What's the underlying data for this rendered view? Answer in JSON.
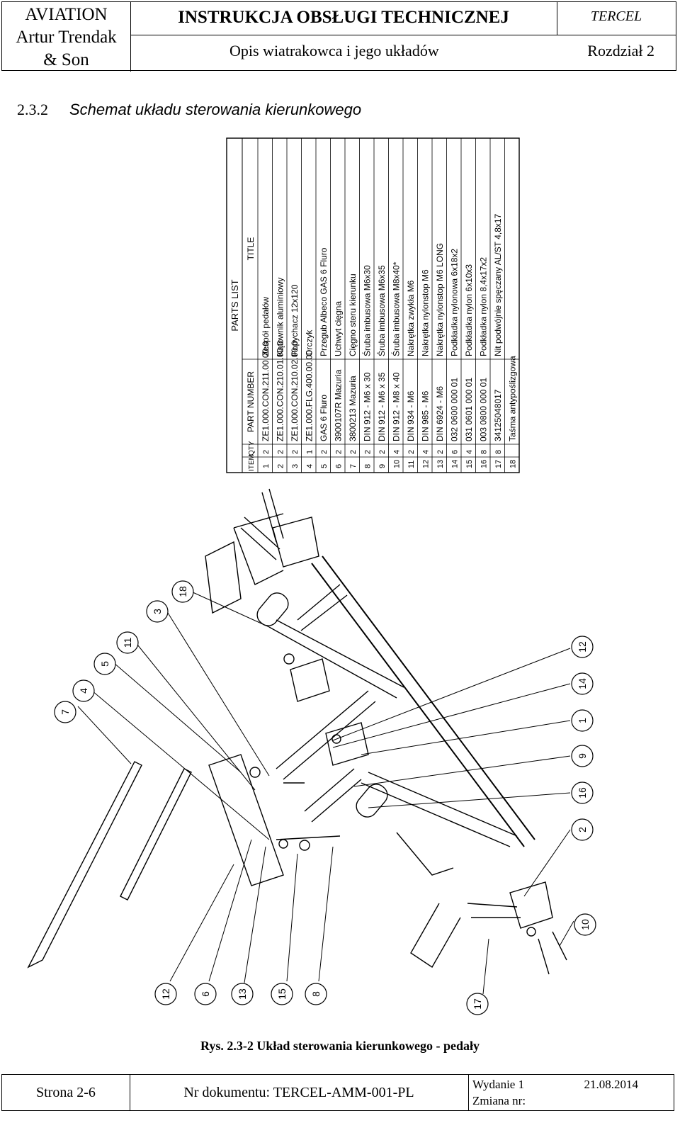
{
  "header": {
    "company": [
      "AVIATION",
      "Artur Trendak",
      "& Son"
    ],
    "manual_title": "INSTRUKCJA OBSŁUGI TECHNICZNEJ",
    "aircraft": "TERCEL",
    "subtitle": "Opis wiatrakowca i jego układów",
    "chapter": "Rozdział  2"
  },
  "section": {
    "number": "2.3.2",
    "title": "Schemat układu sterowania kierunkowego"
  },
  "parts_list": {
    "title": "PARTS LIST",
    "columns": [
      "ITEM",
      "QTY",
      "PART NUMBER",
      "TITLE"
    ],
    "rows": [
      [
        "1",
        "2",
        "ZE1.000.CON.211.00.00.0",
        "Zespół pedałów"
      ],
      [
        "2",
        "2",
        "ZE1.000.CON.210.01.00.0",
        "Kątownik aluminiowy"
      ],
      [
        "3",
        "2",
        "ZE1.000.CON.210.02.00.0",
        "Popychacz 12x120"
      ],
      [
        "4",
        "1",
        "ZE1.000.FLG.400.00.00",
        "Orczyk"
      ],
      [
        "5",
        "2",
        "GAS 6 Fluro",
        "Przegub Albeco GAS 6 Fluro"
      ],
      [
        "6",
        "2",
        "3900107R Mazuria",
        "Uchwyt cięgna"
      ],
      [
        "7",
        "2",
        "3800213 Mazuria",
        "Cięgno steru kierunku"
      ],
      [
        "8",
        "2",
        "DIN 912 - M6 x 30",
        "Śruba imbusowa M6x30"
      ],
      [
        "9",
        "2",
        "DIN 912 - M6 x 35",
        "Śruba imbusowa M6x35"
      ],
      [
        "10",
        "4",
        "DIN 912 - M8 x 40",
        "Śruba imbusowa M8x40*"
      ],
      [
        "11",
        "2",
        "DIN 934 - M6",
        "Nakrętka zwykła M6"
      ],
      [
        "12",
        "4",
        "DIN 985 - M6",
        "Nakrętka nylonstop M6"
      ],
      [
        "13",
        "2",
        "DIN 6924 - M6",
        "Nakrętka nylonstop M6 LONG"
      ],
      [
        "14",
        "6",
        "032 0600 000 01",
        "Podkładka nylonowa 6x18x2"
      ],
      [
        "15",
        "4",
        "031 0601 000 01",
        "Podkładka nylon 6x10x3"
      ],
      [
        "16",
        "8",
        "003 0800 000 01",
        "Podkładka nylon 8,4x17x2"
      ],
      [
        "17",
        "8",
        "34125048017",
        "Nit podwójnie spęczany AL/ST 4,8x17"
      ],
      [
        "18",
        "",
        "Taśma antypoślizgowa",
        ""
      ]
    ]
  },
  "callouts": [
    "7",
    "4",
    "5",
    "11",
    "3",
    "18",
    "12",
    "14",
    "1",
    "9",
    "16",
    "2",
    "10",
    "17",
    "8",
    "15",
    "13",
    "6",
    "12"
  ],
  "caption": "Rys. 2.3-2 Układ sterowania kierunkowego - pedały",
  "footer": {
    "page": "Strona  2-6",
    "doc": "Nr dokumentu:  TERCEL-AMM-001-PL",
    "edition": "Wydanie 1",
    "date": "21.08.2014",
    "change": "Zmiana nr:"
  }
}
